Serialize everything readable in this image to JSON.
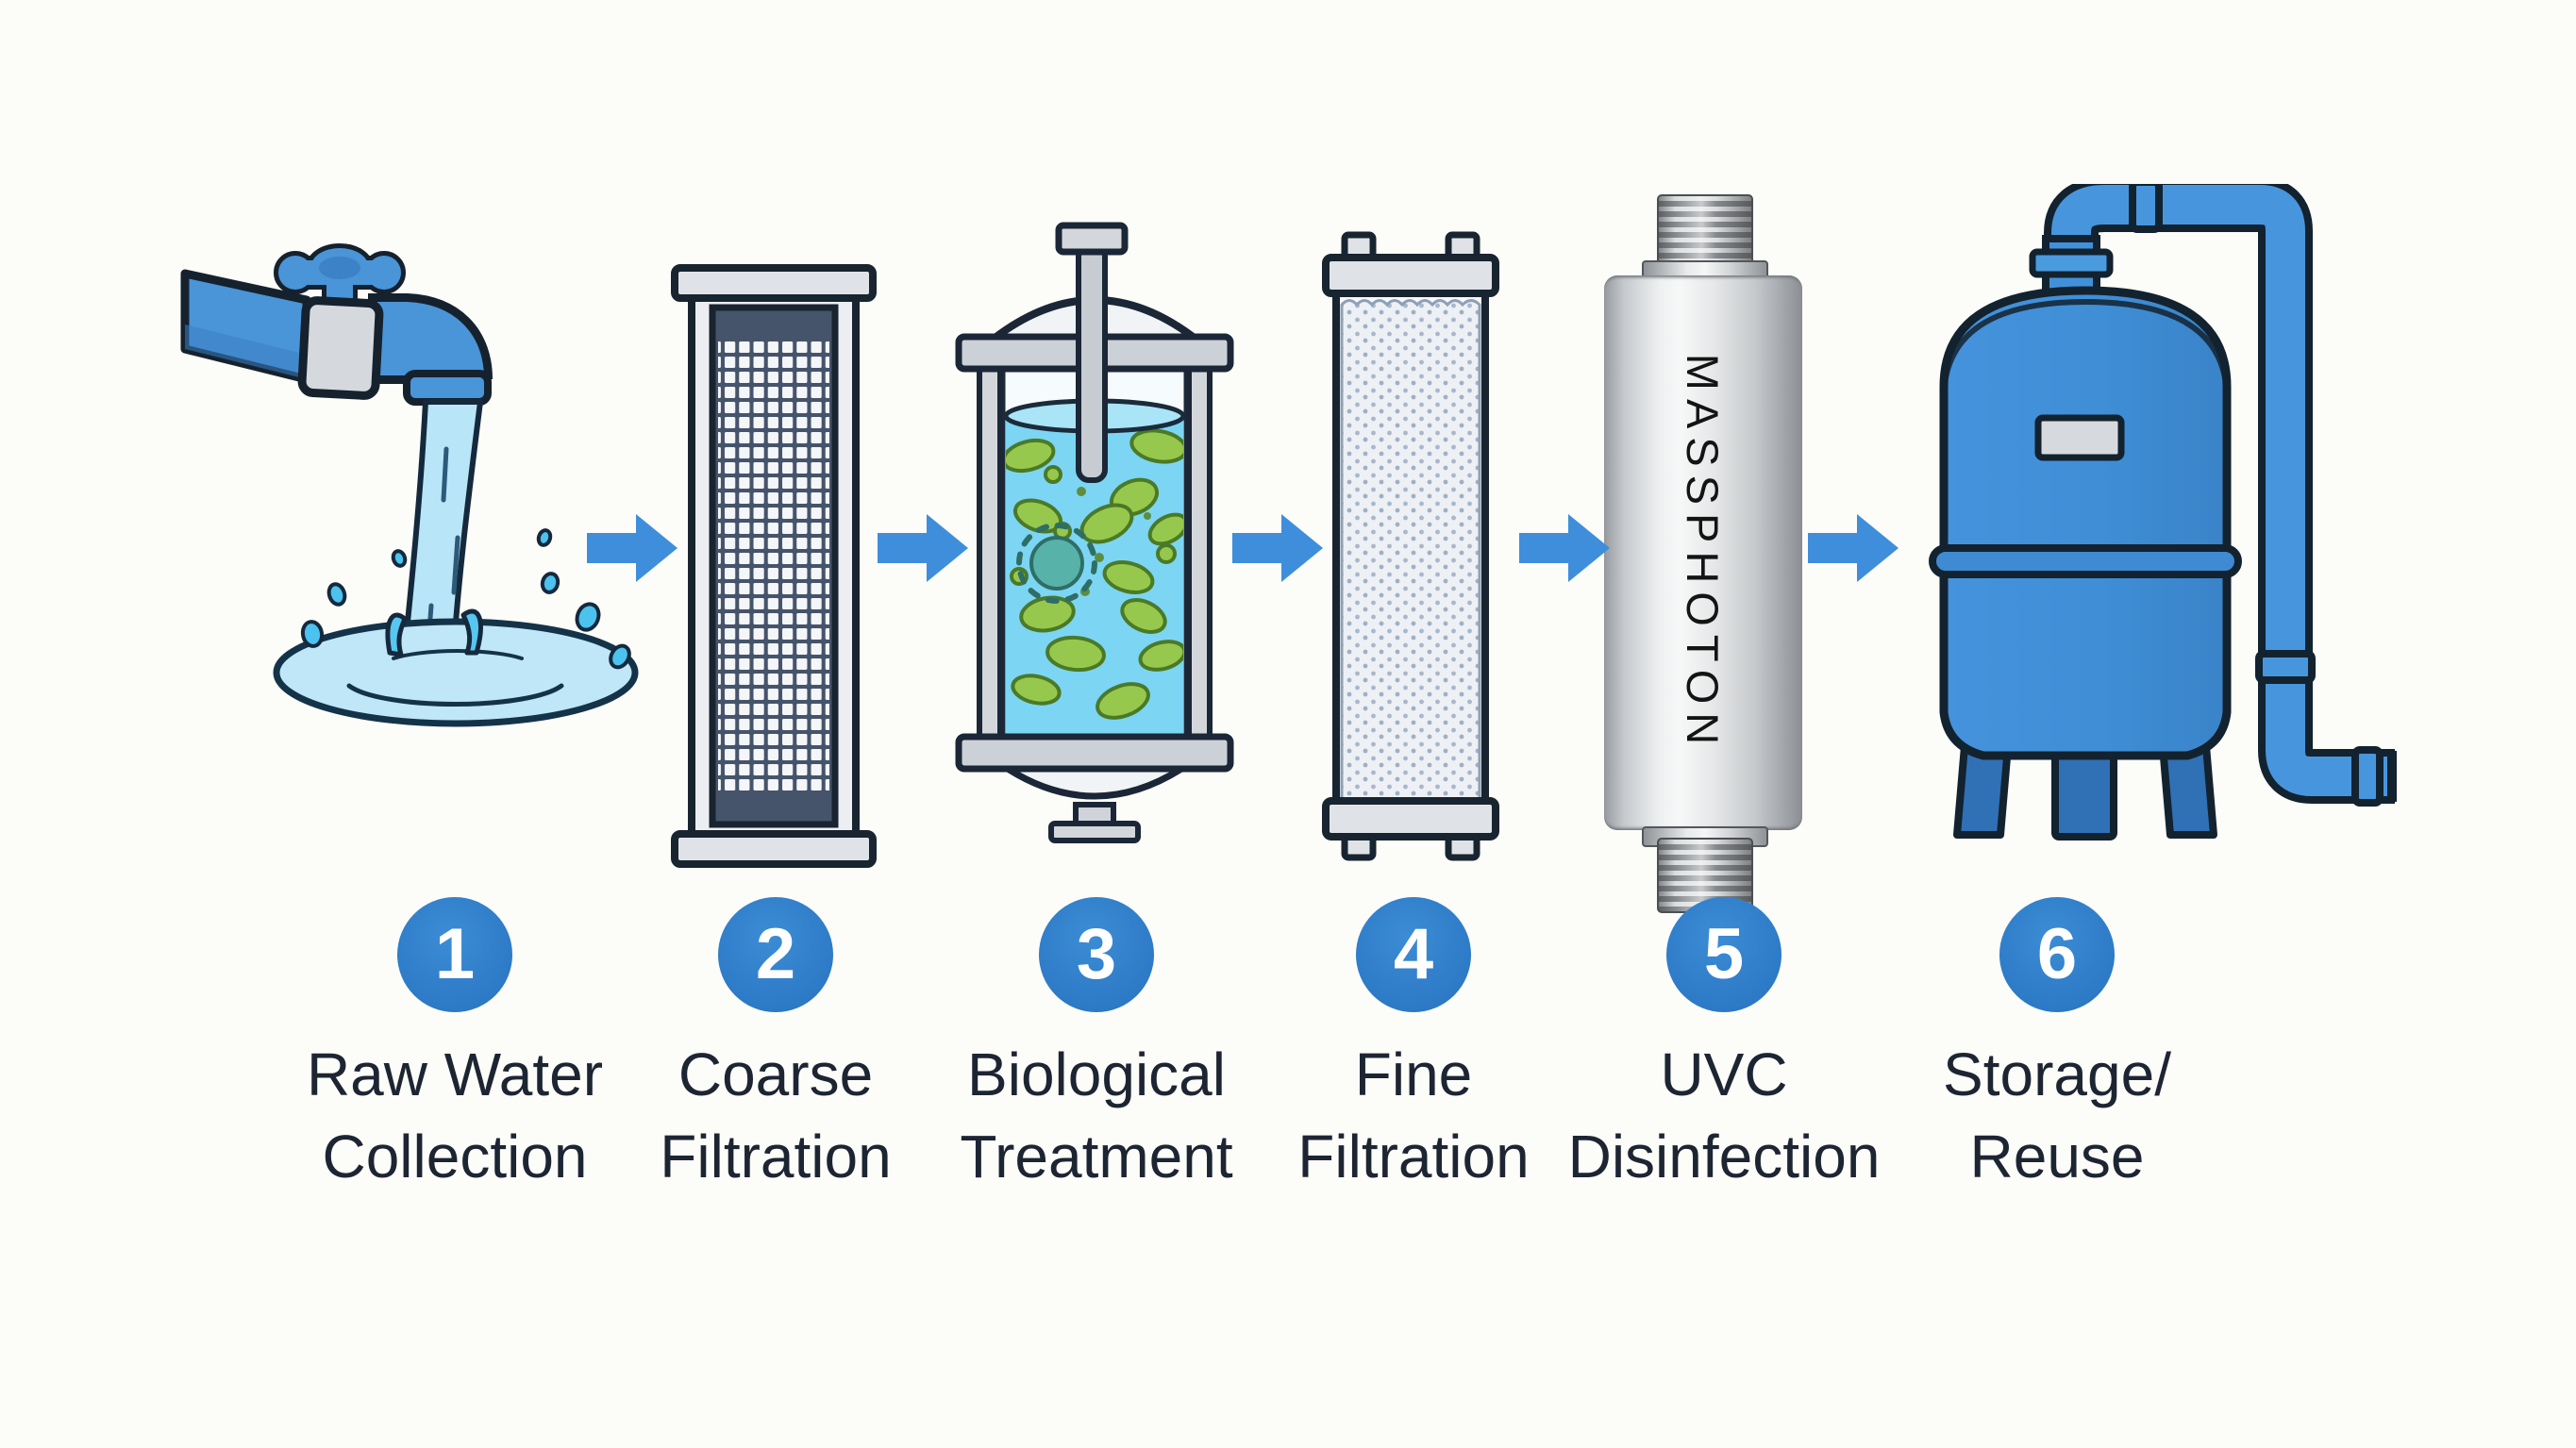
{
  "diagram": {
    "title_implicit": "6-step water treatment process",
    "colors": {
      "background": "#fcfcf9",
      "arrow_blue": "#3e8edc",
      "badge_blue": "#2d7ac6",
      "outline_ink": "#15222e",
      "pipe_blue": "#4a94d8",
      "water_light": "#bfe7f8",
      "water_cyan": "#7cd5f3",
      "biomass_green": "#97c84e",
      "tank_blue": "#3f8ed6",
      "label_text": "#1d2533"
    },
    "uvc_brand": "MASSPHOTON",
    "steps": [
      {
        "number": "1",
        "label_line1": "Raw Water",
        "label_line2": "Collection",
        "icon": "faucet"
      },
      {
        "number": "2",
        "label_line1": "Coarse",
        "label_line2": "Filtration",
        "icon": "coarse-filter"
      },
      {
        "number": "3",
        "label_line1": "Biological",
        "label_line2": "Treatment",
        "icon": "bioreactor"
      },
      {
        "number": "4",
        "label_line1": "Fine",
        "label_line2": "Filtration",
        "icon": "fine-filter"
      },
      {
        "number": "5",
        "label_line1": "UVC",
        "label_line2": "Disinfection",
        "icon": "uvc-cylinder"
      },
      {
        "number": "6",
        "label_line1": "Storage/",
        "label_line2": "Reuse",
        "icon": "storage-tank"
      }
    ]
  }
}
